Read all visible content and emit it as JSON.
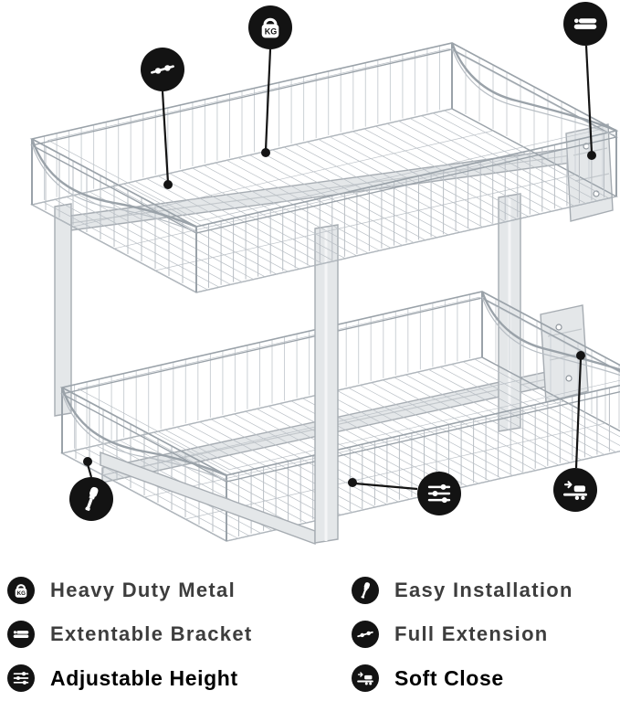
{
  "diagram": {
    "kg_label": "KG",
    "callouts": [
      {
        "id": "full-extension",
        "icon": "full-extension-slider-icon"
      },
      {
        "id": "heavy-duty-metal",
        "icon": "weight-kg-icon"
      },
      {
        "id": "extendable-bracket",
        "icon": "extendable-bracket-icon"
      },
      {
        "id": "easy-installation",
        "icon": "screwdriver-icon"
      },
      {
        "id": "adjustable-height",
        "icon": "adjustable-sliders-icon"
      },
      {
        "id": "soft-close",
        "icon": "soft-close-drawer-icon"
      }
    ]
  },
  "features": {
    "left": [
      {
        "icon": "weight-kg-icon",
        "label": "Heavy Duty Metal",
        "emphasis": false
      },
      {
        "icon": "extendable-bracket-icon",
        "label": "Extentable Bracket",
        "emphasis": false
      },
      {
        "icon": "adjustable-sliders-icon",
        "label": "Adjustable Height",
        "emphasis": true
      }
    ],
    "right": [
      {
        "icon": "screwdriver-icon",
        "label": "Easy Installation",
        "emphasis": false
      },
      {
        "icon": "full-extension-slider-icon",
        "label": "Full Extension",
        "emphasis": false
      },
      {
        "icon": "soft-close-drawer-icon",
        "label": "Soft Close",
        "emphasis": true
      }
    ]
  },
  "colors": {
    "callout_black": "#131313",
    "wire_silver": "#b9bfc5",
    "metal_fill": "#e4e7e9",
    "label_gray": "#3d3d3d",
    "label_black": "#000000"
  }
}
